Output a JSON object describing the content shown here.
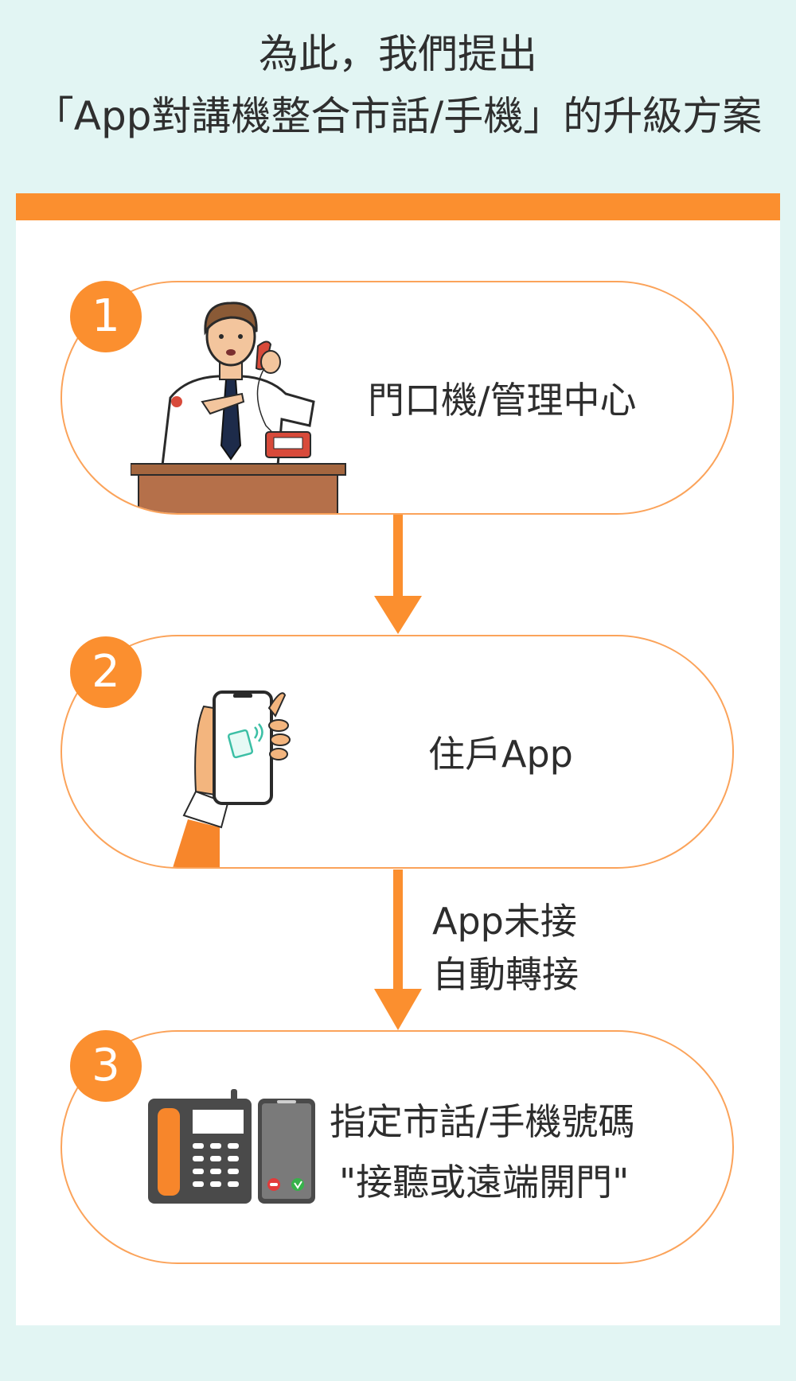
{
  "title": {
    "line1": "為此，我們提出",
    "line2": "「App對講機整合市話/手機」的升級方案"
  },
  "steps": [
    {
      "number": "1",
      "label": "門口機/管理中心",
      "icon": "guard-desk-phone-icon"
    },
    {
      "number": "2",
      "label": "住戶App",
      "icon": "hand-holding-smartphone-icon"
    },
    {
      "number": "3",
      "label_line1": "指定市話/手機號碼",
      "label_line2": "\"接聽或遠端開門\"",
      "icon": "deskphone-and-mobile-icon"
    }
  ],
  "connectors": {
    "transfer_line1": "App未接",
    "transfer_line2": "自動轉接"
  },
  "colors": {
    "background": "#e2f5f3",
    "accent": "#fb8f2f",
    "card": "#ffffff",
    "text": "#2d2d2d"
  }
}
